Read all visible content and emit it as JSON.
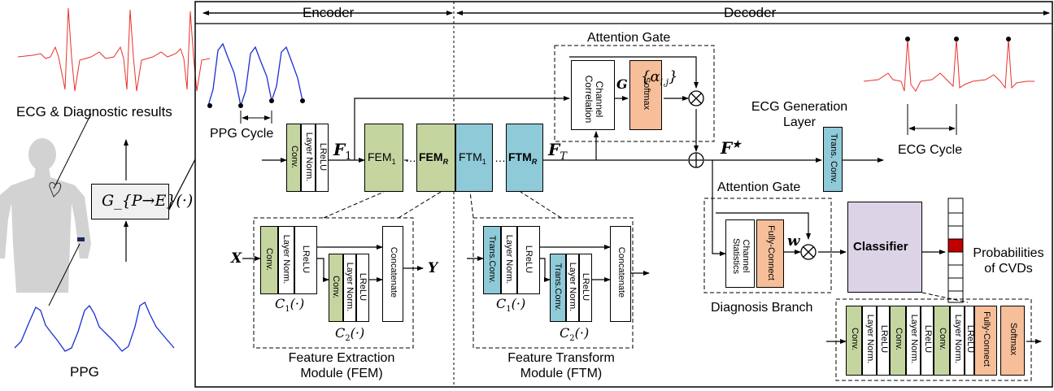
{
  "left": {
    "ecg_label": "ECG & Diagnostic results",
    "ppg_label": "PPG",
    "transform": "G_{P→E}(·)"
  },
  "header": {
    "encoder": "Encoder",
    "decoder": "Decoder"
  },
  "encoder": {
    "ppg_cycle": "PPG Cycle",
    "conv": "Conv.",
    "layer_norm": "Layer Norm.",
    "lrelu": "LReLU",
    "f1": "F",
    "f1_sub": "1",
    "fem1": "FEM",
    "fem1_sub": "1",
    "femR": "FEM",
    "femR_sub": "R",
    "dots": "…"
  },
  "decoder": {
    "ftm1": "FTM",
    "ftm1_sub": "1",
    "ftmR": "FTM",
    "ftmR_sub": "R",
    "ft": "F",
    "ft_sub": "T",
    "attention_gate_top": "Attention Gate",
    "channel_correlation": "Channel Correlation",
    "g": "G",
    "softmax": "Softmax",
    "alpha": "{α",
    "alpha_sub": "i,j",
    "alpha_close": "}",
    "ecg_gen_layer": "ECG Generation Layer",
    "fstar": "F",
    "fstar_sup": "★",
    "trans_conv": "Trans. Conv.",
    "ecg_cycle": "ECG Cycle",
    "attention_gate_bottom": "Attention Gate",
    "channel_statistics": "Channel Statistics",
    "fully_connect": "Fully-Connect",
    "w": "w",
    "classifier": "Classifier",
    "probabilities": "Probabilities of CVDs",
    "diagnosis_branch": "Diagnosis Branch",
    "softmax2": "Softmax"
  },
  "fem": {
    "x": "X",
    "y": "Y",
    "conv": "Conv.",
    "layer_norm": "Layer Norm.",
    "lrelu": "LReLU",
    "concatenate": "Concatenate",
    "c1": "C",
    "c1_sub": "1",
    "c1_arg": "(·)",
    "c2": "C",
    "c2_sub": "2",
    "c2_arg": "(·)",
    "title1": "Feature Extraction",
    "title2": "Module (FEM)"
  },
  "ftm": {
    "trans_conv": "Trans.Conv.",
    "layer_norm": "Layer Norm.",
    "lrelu": "LReLU",
    "concatenate": "Concatenate",
    "c1": "C",
    "c1_sub": "1",
    "c1_arg": "(·)",
    "c2": "C",
    "c2_sub": "2",
    "c2_arg": "(·)",
    "title1": "Feature Transform",
    "title2": "Module (FTM)"
  },
  "colors": {
    "ecg": "#e8312a",
    "ppg": "#1b2fd6",
    "conv_green": "#c5d5a0",
    "transconv_blue": "#8fcad8",
    "orange": "#f6bf99",
    "classifier_purple": "#dcd3e6",
    "prob_red": "#c00000"
  }
}
